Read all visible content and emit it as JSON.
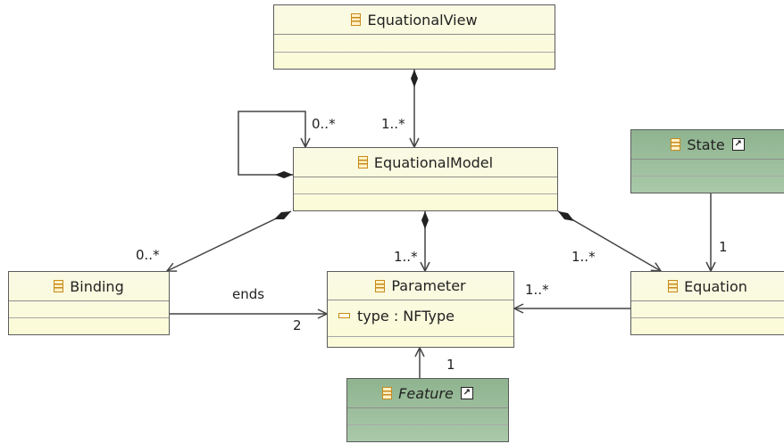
{
  "classes": {
    "equational_view": {
      "name": "EquationalView"
    },
    "equational_model": {
      "name": "EquationalModel"
    },
    "state": {
      "name": "State",
      "badge": "↗"
    },
    "binding": {
      "name": "Binding"
    },
    "parameter": {
      "name": "Parameter",
      "attribute": "type : NFType"
    },
    "equation": {
      "name": "Equation"
    },
    "feature": {
      "name": "Feature",
      "badge": "↗"
    }
  },
  "labels": {
    "model_self_mult": "0..*",
    "view_model_mult": "1..*",
    "model_binding_mult": "0..*",
    "model_parameter_mult": "1..*",
    "model_equation_mult": "1..*",
    "state_equation_mult": "1",
    "binding_ends_role": "ends",
    "binding_ends_mult": "2",
    "equation_parameter_mult": "1..*",
    "feature_parameter_mult": "1"
  },
  "colors": {
    "class_fill": "#fbfbdc",
    "external_class_fill": "#9fc09f",
    "line": "#444444"
  }
}
